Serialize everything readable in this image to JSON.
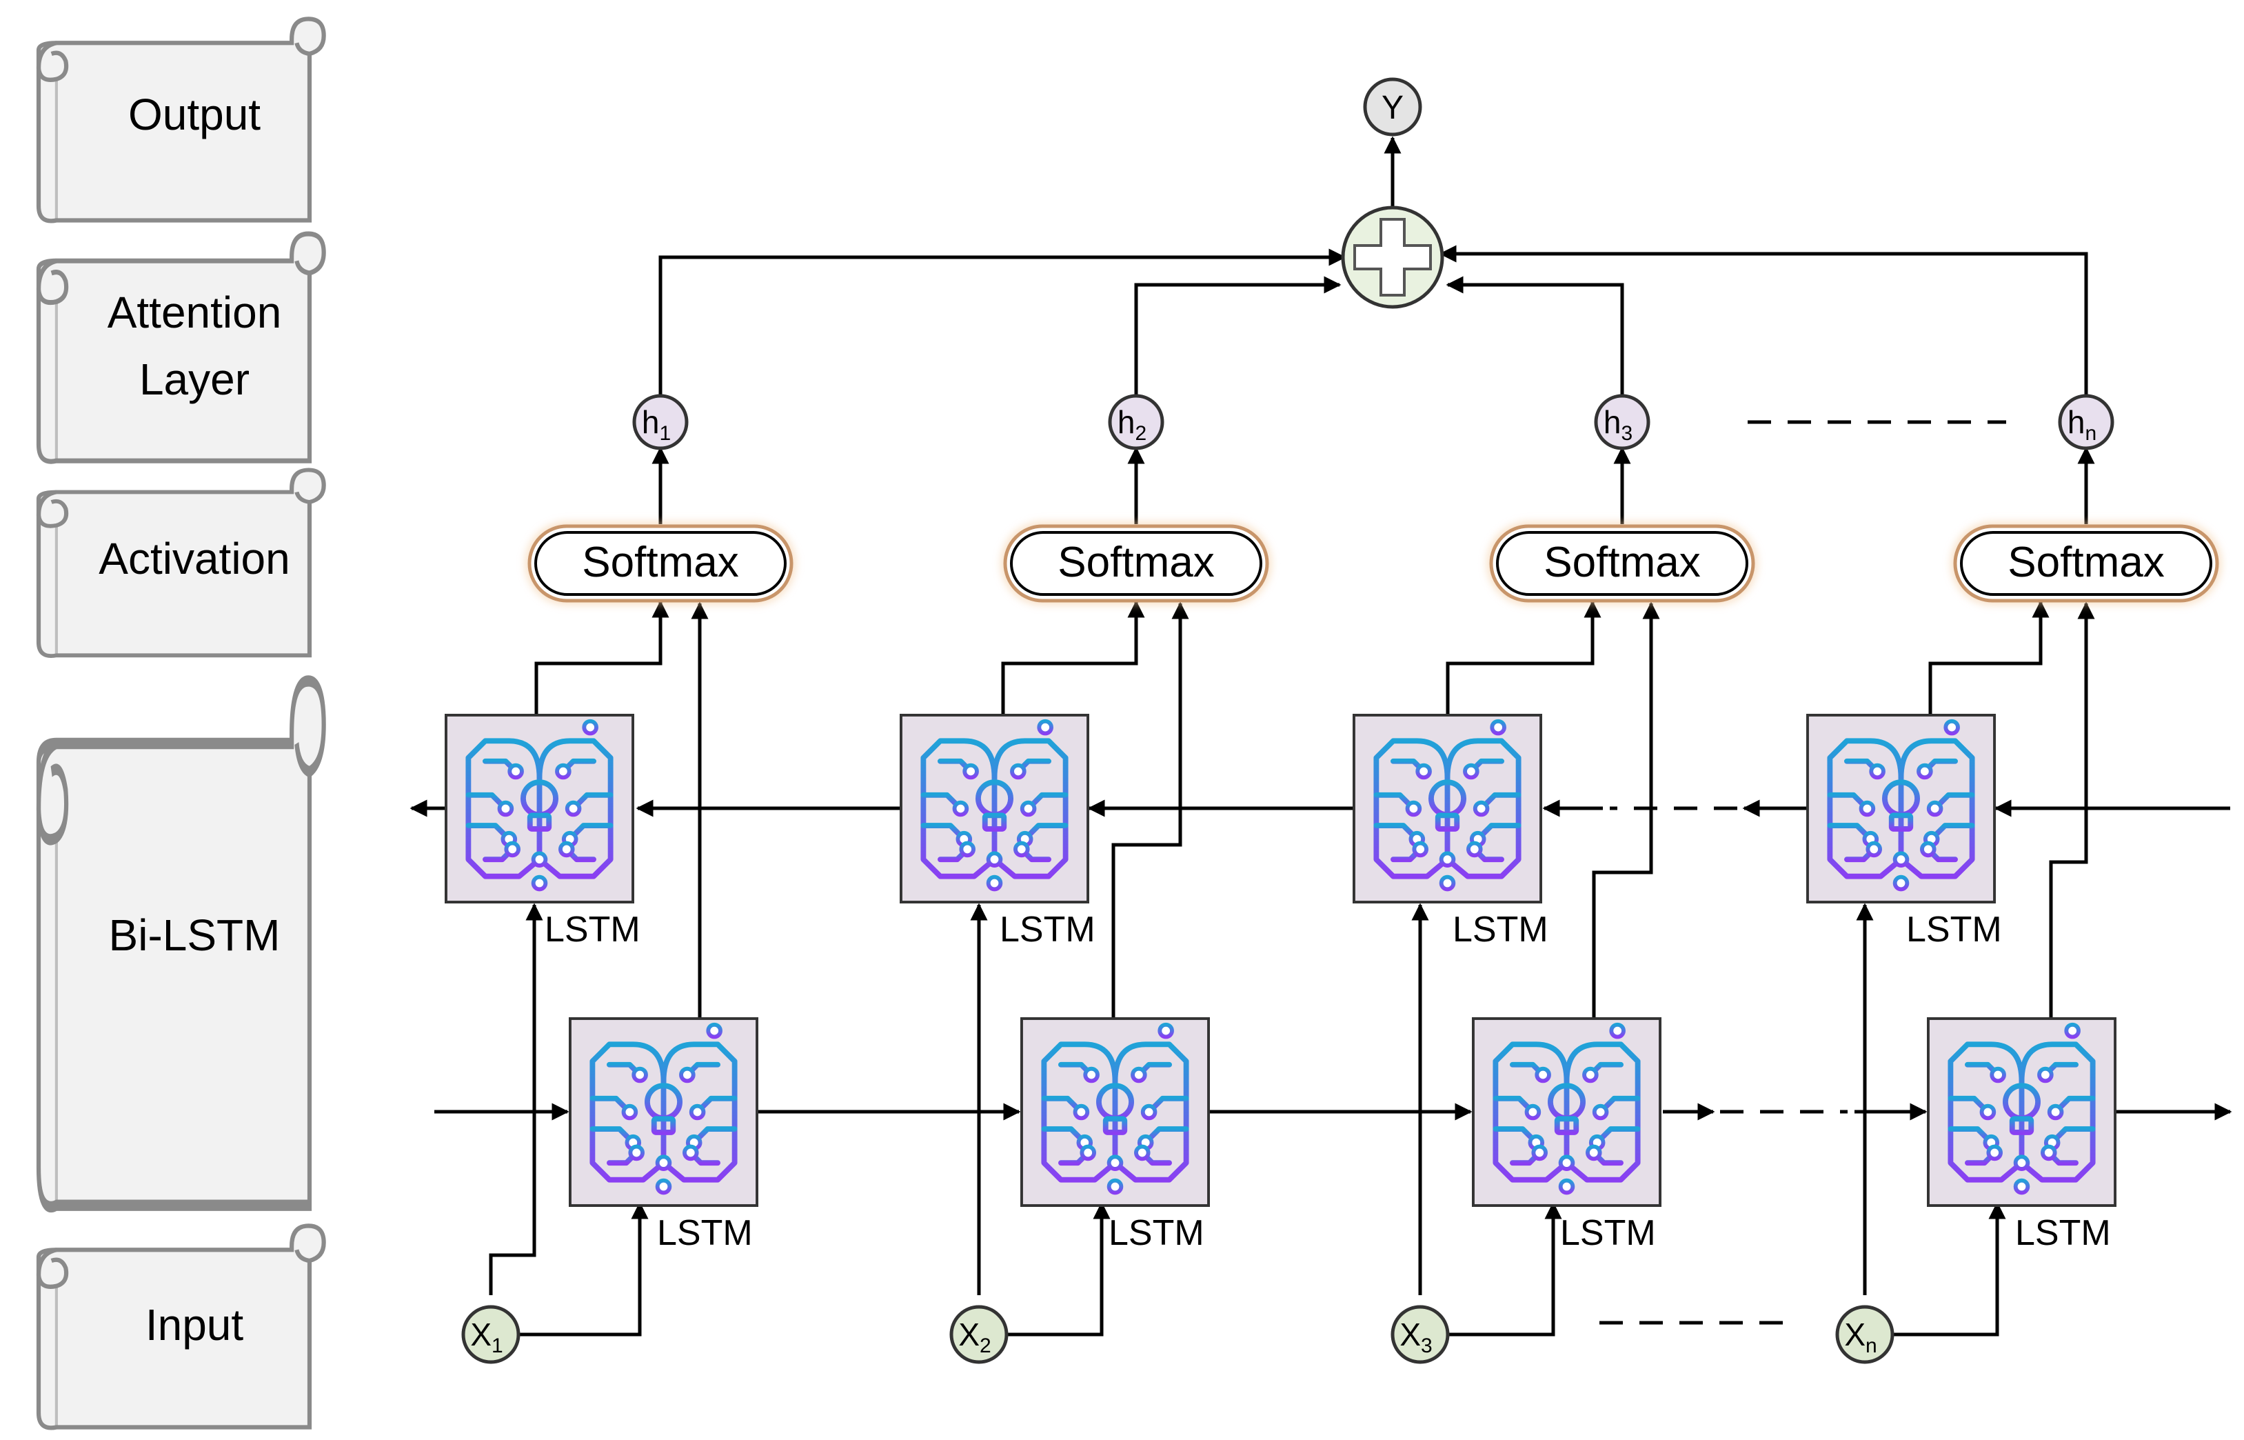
{
  "layers": {
    "output": "Output",
    "attention_line1": "Attention",
    "attention_line2": "Layer",
    "activation": "Activation",
    "bilstm": "Bi-LSTM",
    "input": "Input"
  },
  "output_node": "Y",
  "activation_label": "Softmax",
  "cell_label": "LSTM",
  "hidden_states": [
    {
      "base": "h",
      "sub": "1"
    },
    {
      "base": "h",
      "sub": "2"
    },
    {
      "base": "h",
      "sub": "3"
    },
    {
      "base": "h",
      "sub": "n"
    }
  ],
  "inputs": [
    {
      "base": "X",
      "sub": "1"
    },
    {
      "base": "X",
      "sub": "2"
    },
    {
      "base": "X",
      "sub": "3"
    },
    {
      "base": "X",
      "sub": "n"
    }
  ],
  "colors": {
    "scroll_fill": "#f2f2f2",
    "scroll_stroke": "#8a8a8a",
    "cell_fill": "#e6dfe8",
    "cell_stroke": "#333333",
    "circuit_top": "#1fa3d8",
    "circuit_bottom": "#8a3ff2",
    "softmax_border": "#c8956a",
    "input_node_fill": "#dde8d0",
    "hidden_node_fill": "#e8e0ee",
    "output_node_fill": "#e4e4e4",
    "sum_node_fill": "#e9f2e0"
  },
  "icons": [
    "scroll-icon",
    "circuit-brain-icon",
    "plus-icon"
  ]
}
